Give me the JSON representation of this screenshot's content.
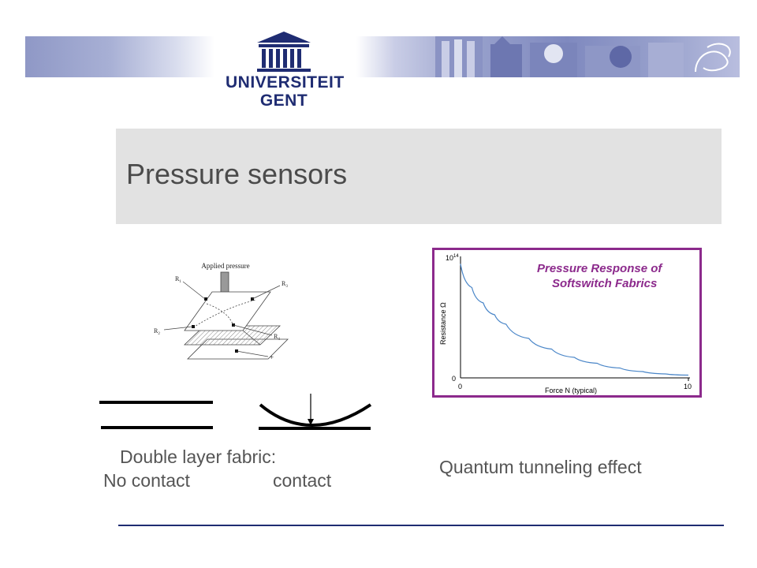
{
  "header": {
    "logo_line1": "UNIVERSITEIT",
    "logo_line2": "GENT",
    "brand_color": "#1f2c72"
  },
  "slide": {
    "title": "Pressure sensors"
  },
  "fabric_diagram": {
    "top_label": "Applied pressure",
    "labels": [
      "R",
      "R",
      "R",
      "R"
    ],
    "label_subscripts": [
      "1",
      "2",
      "3",
      "4"
    ],
    "plus_label": "+"
  },
  "captions": {
    "double_layer": "Double layer fabric:",
    "no_contact": "No contact",
    "contact": "contact",
    "quantum": "Quantum tunneling effect"
  },
  "chart_data": {
    "type": "line",
    "title": "Pressure Response of Softswitch Fabrics",
    "title_line1": "Pressure Response of",
    "title_line2": "Softswitch Fabrics",
    "xlabel": "Force N (typical)",
    "ylabel": "Resistance Ω",
    "x_ticks": [
      "0",
      "10"
    ],
    "y_ticks": [
      "10",
      "0"
    ],
    "y_top_exponent": "14",
    "xlim": [
      0,
      10
    ],
    "curve_color": "#4a86c8",
    "border_color": "#8c2a8c",
    "series": [
      {
        "x": [
          0,
          0.5,
          1,
          1.5,
          2,
          3,
          4,
          5,
          6,
          7,
          8,
          9,
          10
        ],
        "y": [
          0.95,
          0.75,
          0.62,
          0.52,
          0.44,
          0.32,
          0.23,
          0.16,
          0.11,
          0.07,
          0.04,
          0.02,
          0.01
        ]
      }
    ]
  }
}
